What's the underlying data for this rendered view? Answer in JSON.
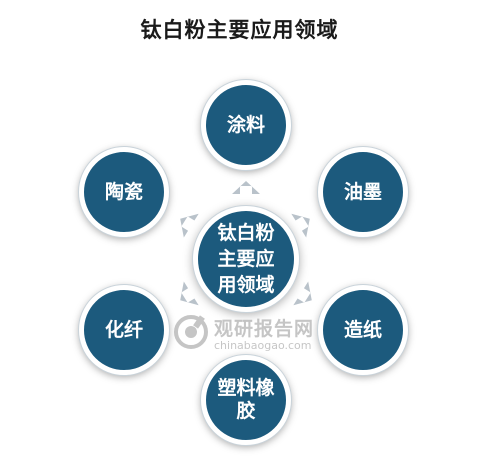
{
  "title": "钛白粉主要应用领域",
  "center": {
    "label": "钛白粉主要应用领域"
  },
  "nodes": {
    "top": "涂料",
    "upper_right": "油墨",
    "lower_right": "造纸",
    "bottom": "塑料橡胶",
    "lower_left": "化纤",
    "upper_left": "陶瓷"
  },
  "watermark": {
    "name": "观研报告网",
    "url": "chinabaogao.com"
  },
  "colors": {
    "node_fill": "#1c5a7d",
    "arrow": "#b9c2ca",
    "border": "#ffffff"
  }
}
